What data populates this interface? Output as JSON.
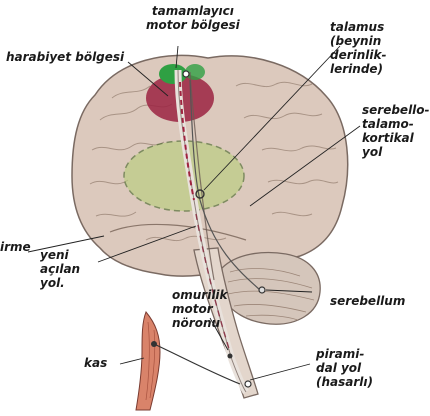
{
  "labels": {
    "supplementary_motor": "tamamlayıcı\nmotor bölgesi",
    "damage_area": "harabiyet bölgesi",
    "thalamus": "talamus\n(beynin\nderinlik-\nlerinde)",
    "cerebello_thalamo_cortical": "serebello-\ntalamo-\nkortikal\nyol",
    "rewiring": "irme",
    "new_pathway": "yeni\naçılan\nyol.",
    "spinal_motor_neuron": "omurilik\nmotor\nnöronu",
    "cerebellum": "serebellum",
    "muscle": "kas",
    "pyramidal_tract": "pirami-\ndal yol\n(hasarlı)"
  },
  "colors": {
    "brain": "#dcc9bd",
    "brain_outline": "#7a6a62",
    "supplementary_motor_area": "#2fa043",
    "damage_area": "#9b2342",
    "thalamus_area": "#b9cf7f",
    "tract": "#e9e2dc",
    "muscle": "#d9836a"
  }
}
